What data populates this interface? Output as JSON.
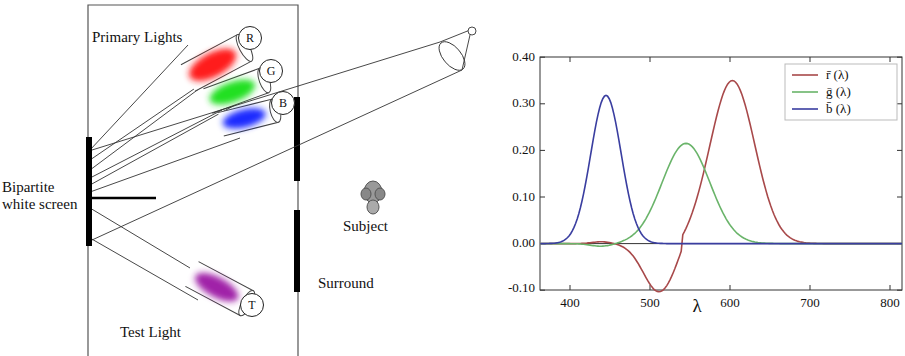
{
  "diagram": {
    "nodes": [
      {
        "text": [
          "R"
        ]
      },
      {
        "text": [
          "G"
        ]
      },
      {
        "text": [
          "B"
        ]
      },
      {
        "text": [
          "T"
        ]
      }
    ],
    "labels": [
      "Primary Lights",
      "Bipartite white screen",
      "Subject",
      "Surround",
      "Test Light",
      "0.40",
      "0.30",
      "0.20",
      "0.10",
      "0.00",
      "-0.10",
      "400",
      "500",
      "600",
      "700",
      "800",
      "λ"
    ],
    "legend": [
      {
        "text": "r̄ (λ)"
      },
      {
        "text": "ḡ (λ)"
      },
      {
        "text": "b̄ (λ)"
      }
    ]
  }
}
